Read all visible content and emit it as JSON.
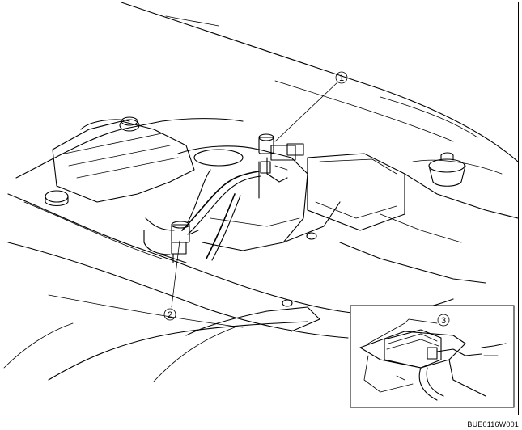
{
  "callouts": [
    {
      "id": "1",
      "label": "1"
    },
    {
      "id": "2",
      "label": "2"
    },
    {
      "id": "3",
      "label": "3"
    }
  ],
  "figure_code": "BUE0116W001",
  "colors": {
    "line": "#000000",
    "background": "#ffffff"
  }
}
